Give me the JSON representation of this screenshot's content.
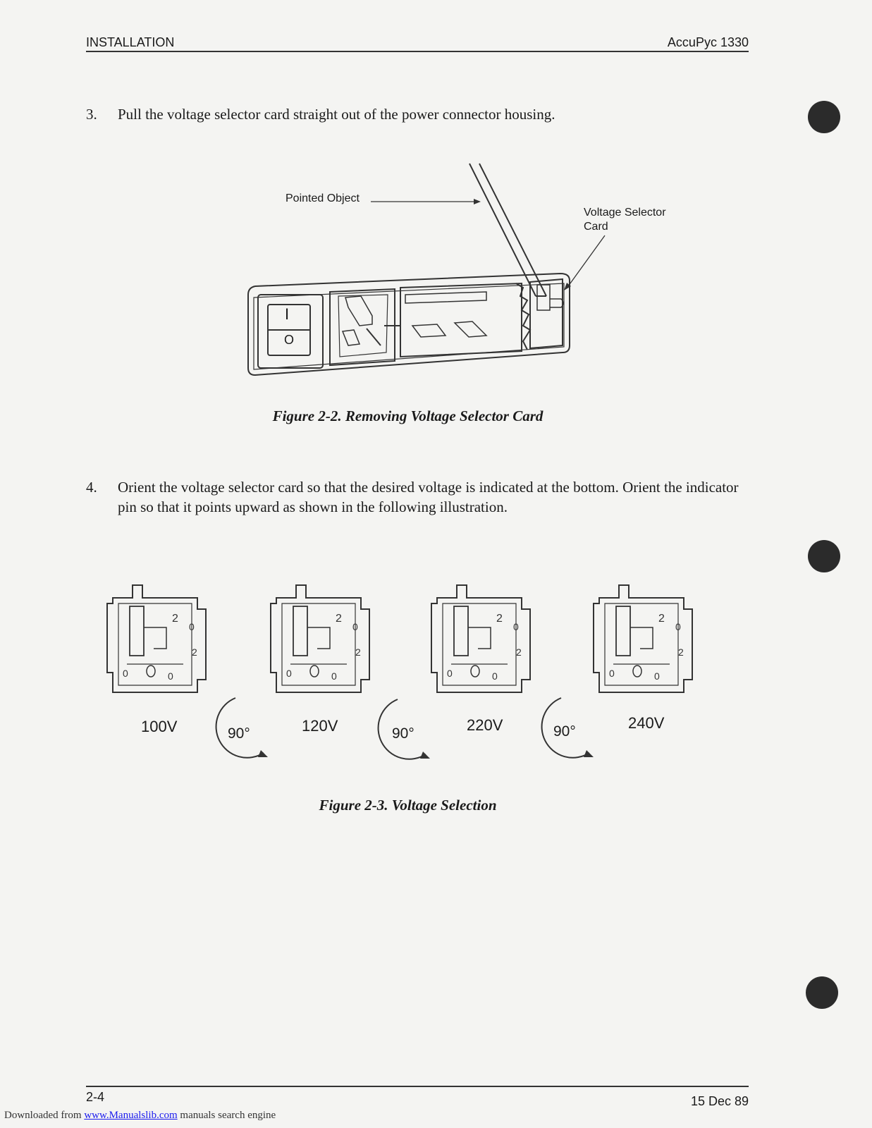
{
  "header": {
    "left": "INSTALLATION",
    "right": "AccuPyc 1330"
  },
  "steps": [
    {
      "num": "3.",
      "text": "Pull the voltage selector card straight out of the power connector housing."
    },
    {
      "num": "4.",
      "text": "Orient the voltage selector card so that the desired voltage is indicated at the bottom. Orient the indicator pin so that it points upward as shown in the following illustration."
    }
  ],
  "figure1": {
    "caption": "Figure 2-2.  Removing Voltage Selector Card",
    "label_pointed": "Pointed Object",
    "label_card": "Voltage Selector Card",
    "switch_on": "I",
    "switch_off": "O"
  },
  "figure2": {
    "caption": "Figure 2-3.  Voltage Selection",
    "voltages": [
      "100V",
      "120V",
      "220V",
      "240V"
    ],
    "rotation": "90°"
  },
  "footer": {
    "left": "2-4",
    "right": "15 Dec 89"
  },
  "download": {
    "prefix": "Downloaded from ",
    "link": "www.Manualslib.com",
    "suffix": " manuals search engine"
  }
}
